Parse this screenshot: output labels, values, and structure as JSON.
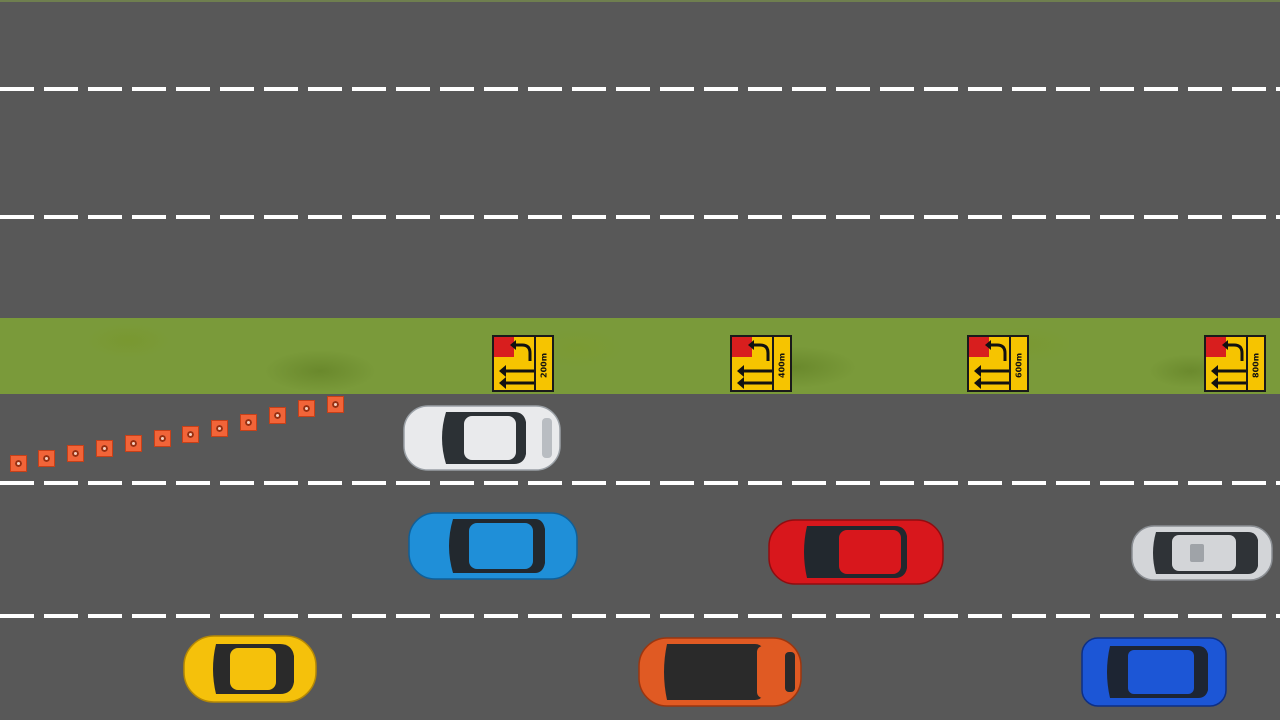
{
  "signs": [
    {
      "distance_label": "200m"
    },
    {
      "distance_label": "400m"
    },
    {
      "distance_label": "600m"
    },
    {
      "distance_label": "800m"
    }
  ],
  "cones_count": 12,
  "cars": [
    {
      "name": "white-hatchback",
      "color": "#e9eaec",
      "window": "#2c3135"
    },
    {
      "name": "blue-sedan",
      "color": "#1f8fd8",
      "window": "#22282e"
    },
    {
      "name": "red-sedan",
      "color": "#d8171c",
      "window": "#22282e"
    },
    {
      "name": "silver-sedan",
      "color": "#d3d5d8",
      "window": "#2f3337"
    },
    {
      "name": "yellow-sports-car",
      "color": "#f5c10b",
      "window": "#2a2a2a"
    },
    {
      "name": "orange-hatchback",
      "color": "#e05a23",
      "window": "#2a2a2a"
    },
    {
      "name": "blue-suv",
      "color": "#1c56d6",
      "window": "#1d2533"
    }
  ],
  "colors": {
    "asphalt": "#585858",
    "grass": "#7a9a3a",
    "lane_marking": "#ffffff",
    "sign_yellow": "#f6c400",
    "sign_red": "#d81e1e",
    "cone_orange": "#f26438"
  }
}
